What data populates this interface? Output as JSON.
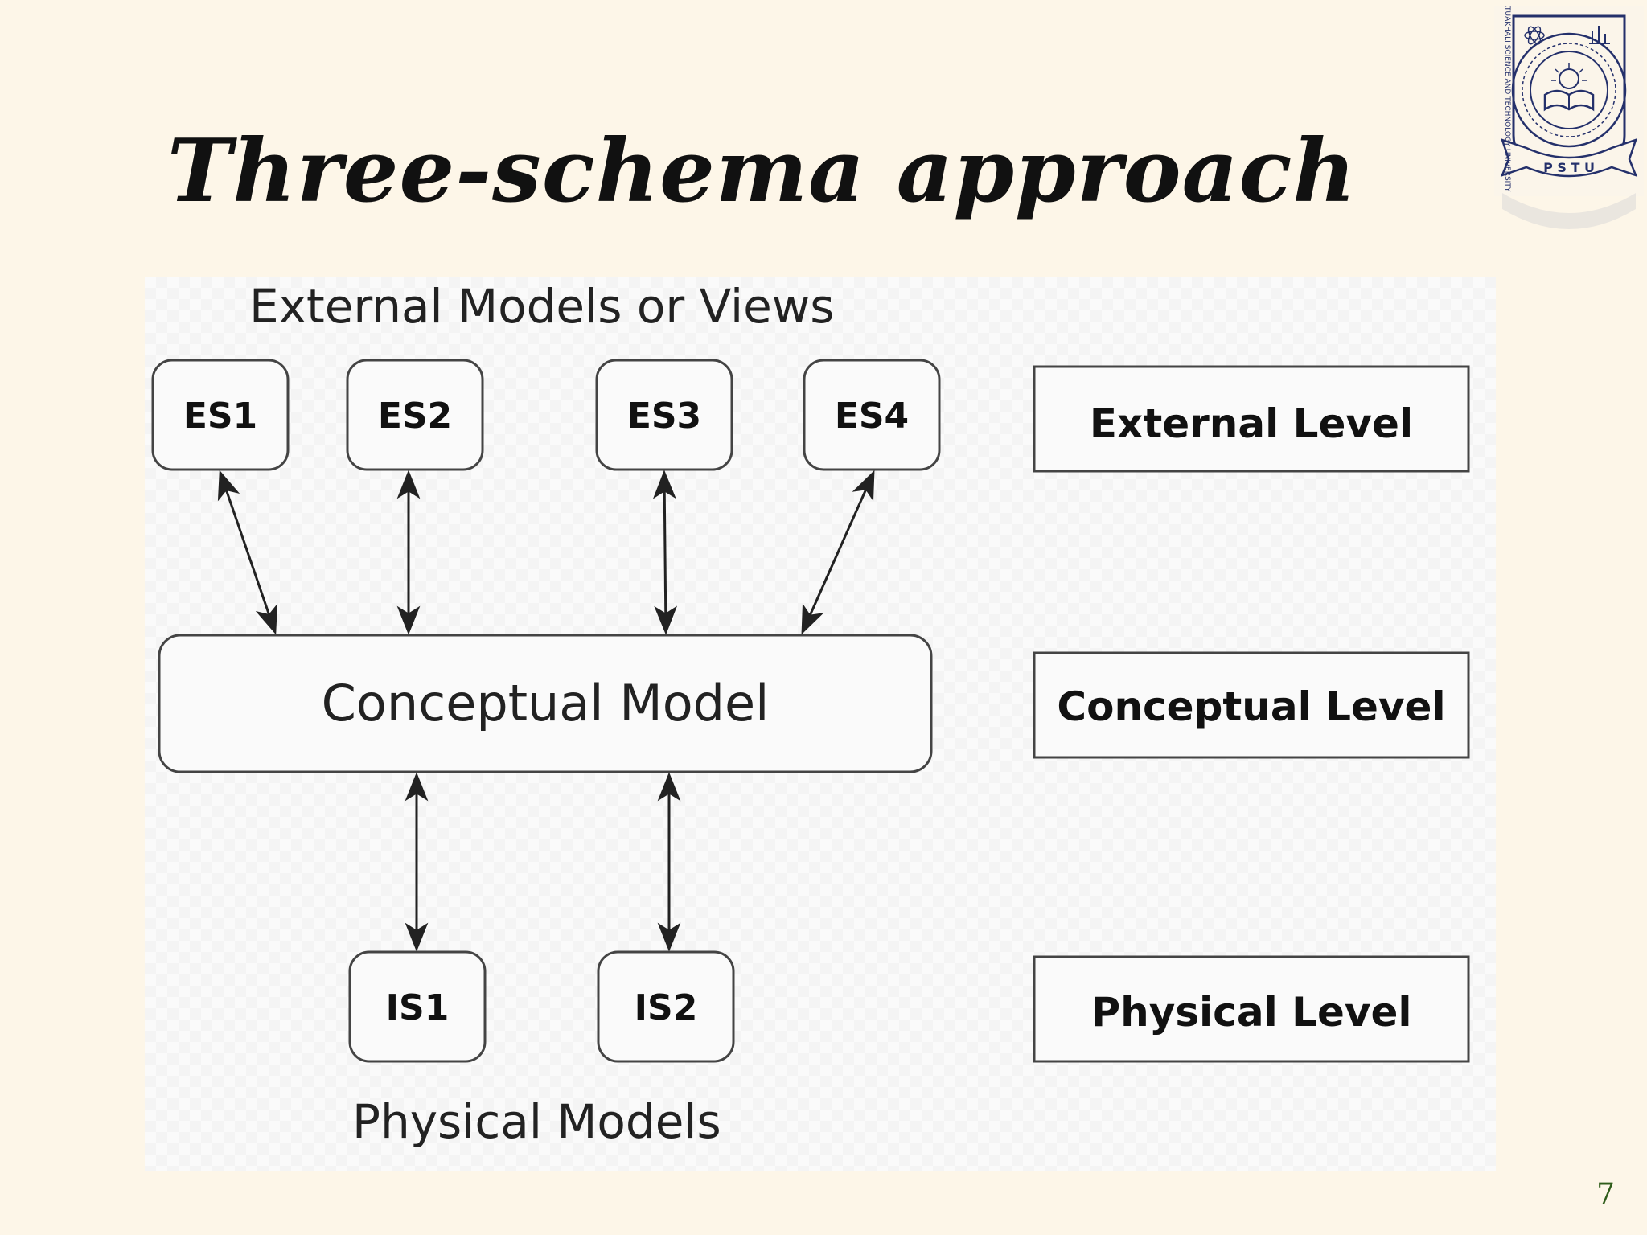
{
  "slide": {
    "title": "Three-schema approach",
    "page_number": "7",
    "logo": {
      "icon": "university-seal-icon",
      "text_arc": "PATUAKHALI SCIENCE AND TECHNOLOGY UNIVERSITY",
      "letters": "P S T U"
    }
  },
  "diagram": {
    "external_heading": "External Models or Views",
    "physical_heading": "Physical Models",
    "external_schemas": [
      "ES1",
      "ES2",
      "ES3",
      "ES4"
    ],
    "conceptual_model": "Conceptual Model",
    "internal_schemas": [
      "IS1",
      "IS2"
    ],
    "levels": [
      "External Level",
      "Conceptual Level",
      "Physical Level"
    ],
    "colors": {
      "background": "#fdf6e8",
      "diagram_background": "#f2f2f2",
      "stroke": "#333333",
      "page_number": "#2e5c1a"
    }
  }
}
